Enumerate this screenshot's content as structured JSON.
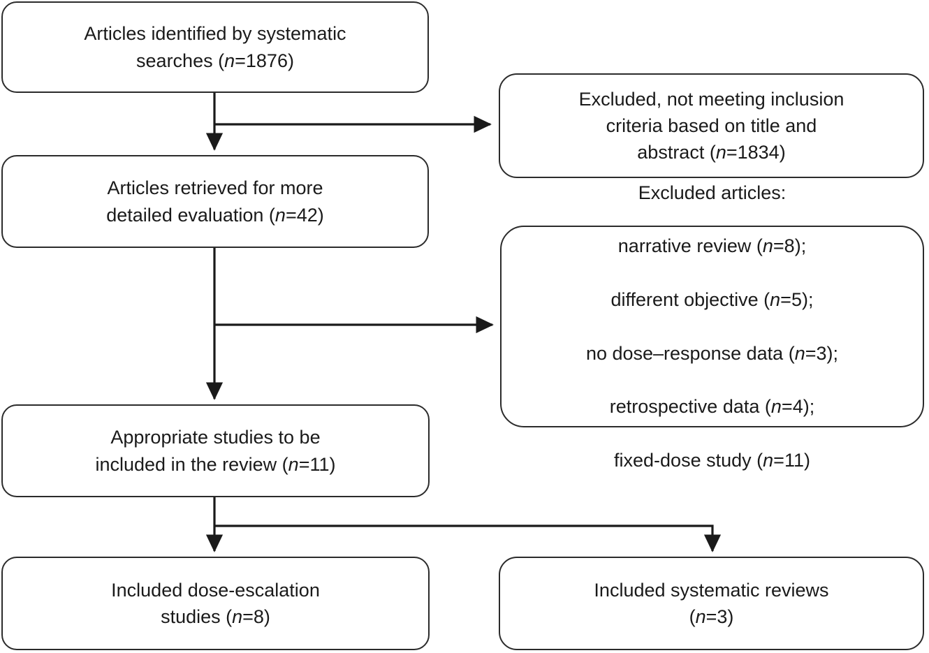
{
  "diagram": {
    "type": "prisma-flowchart",
    "title": "Systematic review article selection flow",
    "line_color": "#2b2b2b",
    "text_color": "#1a1a1a",
    "background": "#ffffff"
  },
  "nodes": {
    "identified": {
      "id": "articles-identified",
      "lines": [
        "Articles identified by systematic",
        "searches (n=1876)"
      ],
      "text": "Articles identified by systematic\nsearches (",
      "count_label": "n",
      "count_value": "=1876)",
      "n": 1876
    },
    "excluded_title_abstract": {
      "id": "excluded-title-abstract",
      "lines": [
        "Excluded, not meeting inclusion",
        "criteria based on title and",
        "abstract (n=1834)"
      ],
      "text": "Excluded, not meeting inclusion\ncriteria based on title and\nabstract (",
      "count_label": "n",
      "count_value": "=1834)",
      "n": 1834
    },
    "retrieved": {
      "id": "articles-retrieved",
      "lines": [
        "Articles retrieved for more",
        "detailed evaluation (n=42)"
      ],
      "text": "Articles retrieved for more\ndetailed evaluation (",
      "count_label": "n",
      "count_value": "=42)",
      "n": 42
    },
    "excluded_articles": {
      "id": "excluded-articles",
      "heading": "Excluded articles:",
      "reasons": [
        {
          "label": "narrative review",
          "n": 8,
          "text": "narrative review (n=8);"
        },
        {
          "label": "different objective",
          "n": 5,
          "text": "different objective (n=5);"
        },
        {
          "label": "no dose–response data",
          "n": 3,
          "text": "no dose–response data (n=3);"
        },
        {
          "label": "retrospective data",
          "n": 4,
          "text": "retrospective data (n=4);"
        },
        {
          "label": "fixed-dose study",
          "n": 11,
          "text": "fixed-dose study (n=11)"
        }
      ]
    },
    "appropriate": {
      "id": "appropriate-studies",
      "lines": [
        "Appropriate studies to be",
        "included in the review (n=11)"
      ],
      "text": "Appropriate studies to be\nincluded in the review (",
      "count_label": "n",
      "count_value": "=11)",
      "n": 11
    },
    "included_escalation": {
      "id": "included-dose-escalation",
      "lines": [
        "Included dose-escalation",
        "studies (n=8)"
      ],
      "text": "Included dose-escalation\nstudies (",
      "count_label": "n",
      "count_value": "=8)",
      "n": 8
    },
    "included_reviews": {
      "id": "included-systematic-reviews",
      "lines": [
        "Included systematic reviews",
        "(n=3)"
      ],
      "text": "Included systematic reviews\n(",
      "count_label": "n",
      "count_value": "=3)",
      "n": 3
    }
  },
  "connectors": [
    {
      "name": "identified-to-retrieved",
      "from": "identified",
      "to": "retrieved",
      "style": "arrow-down"
    },
    {
      "name": "identified-to-excluded-1",
      "from": "identified",
      "to": "excluded_title_abstract",
      "style": "branch-right-arrow"
    },
    {
      "name": "retrieved-to-appropriate",
      "from": "retrieved",
      "to": "appropriate",
      "style": "arrow-down"
    },
    {
      "name": "retrieved-to-excluded-2",
      "from": "retrieved",
      "to": "excluded_articles",
      "style": "branch-right-arrow"
    },
    {
      "name": "appropriate-to-escalation",
      "from": "appropriate",
      "to": "included_escalation",
      "style": "arrow-down"
    },
    {
      "name": "appropriate-to-reviews",
      "from": "appropriate",
      "to": "included_reviews",
      "style": "split-right-down-arrow"
    }
  ]
}
